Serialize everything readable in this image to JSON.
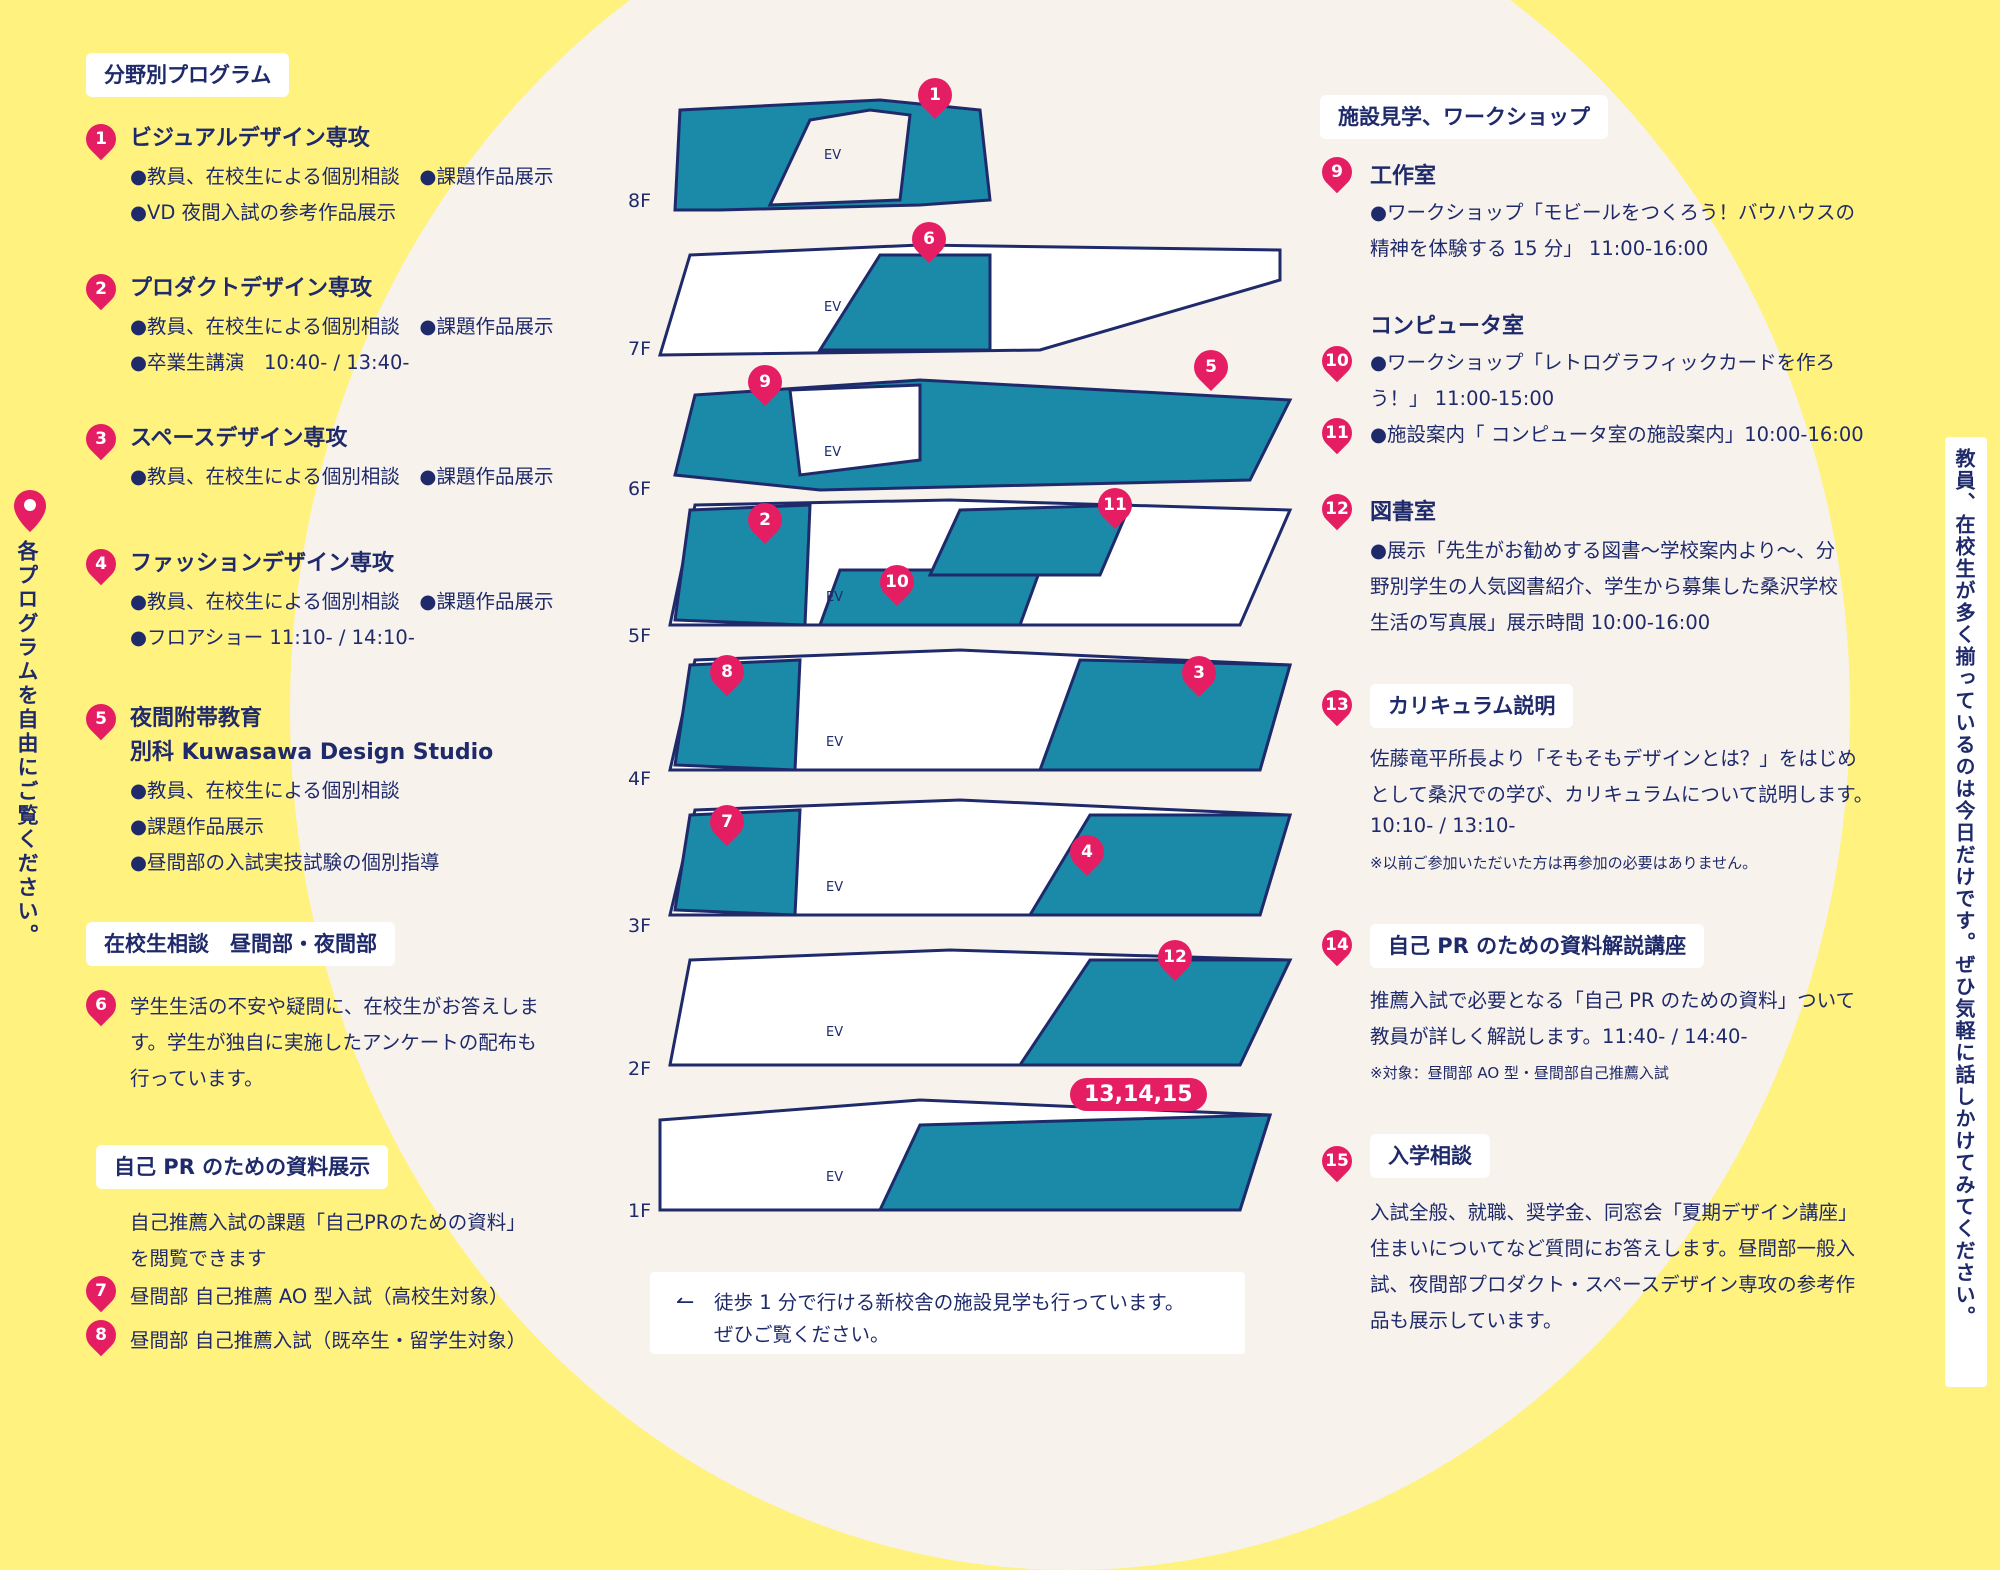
{
  "side_note": "各プログラムを自由にご覧ください。",
  "right_vertical": "教員、在校生が多く揃っているのは今日だけです。ぜひ気軽に話しかけてみてください。",
  "left": {
    "section_title": "分野別プログラム",
    "programs": [
      {
        "num": "1",
        "title": "ビジュアルデザイン専攻",
        "lines": [
          "●教員、在校生による個別相談　●課題作品展示",
          "●VD 夜間入試の参考作品展示"
        ]
      },
      {
        "num": "2",
        "title": "プロダクトデザイン専攻",
        "lines": [
          "●教員、在校生による個別相談　●課題作品展示",
          "●卒業生講演　10:40- / 13:40-"
        ]
      },
      {
        "num": "3",
        "title": "スペースデザイン専攻",
        "lines": [
          "●教員、在校生による個別相談　●課題作品展示"
        ]
      },
      {
        "num": "4",
        "title": "ファッションデザイン専攻",
        "lines": [
          "●教員、在校生による個別相談　●課題作品展示",
          "●フロアショー 11:10- / 14:10-"
        ]
      },
      {
        "num": "5",
        "title": "夜間附帯教育",
        "title2": "別科 Kuwasawa Design Studio",
        "lines": [
          "●教員、在校生による個別相談",
          "●課題作品展示",
          "●昼間部の入試実技試験の個別指導"
        ]
      }
    ],
    "consult_title": "在校生相談　昼間部・夜間部",
    "consult_num": "6",
    "consult_lines": [
      "学生生活の不安や疑問に、在校生がお答えしま",
      "す。学生が独自に実施したアンケートの配布も",
      "行っています。"
    ],
    "pr_title": "自己 PR のための資料展示",
    "pr_lines": [
      "自己推薦入試の課題「自己PRのための資料」",
      "を閲覧できます"
    ],
    "pr_items": [
      {
        "num": "7",
        "text": "昼間部 自己推薦 AO 型入試（高校生対象）"
      },
      {
        "num": "8",
        "text": "昼間部 自己推薦入試（既卒生・留学生対象）"
      }
    ]
  },
  "floors": [
    "8F",
    "7F",
    "6F",
    "5F",
    "4F",
    "3F",
    "2F",
    "1F"
  ],
  "map_pins": [
    "1",
    "6",
    "9",
    "5",
    "2",
    "11",
    "10",
    "8",
    "3",
    "7",
    "4",
    "12",
    "13,14,15"
  ],
  "ev_label": "EV",
  "walk_note": [
    "徒歩 1 分で行ける新校舎の施設見学も行っています。",
    "ぜひご覧ください。"
  ],
  "right": {
    "section_title": "施設見学、ワークショップ",
    "items": [
      {
        "num": "9",
        "title": "工作室",
        "lines": [
          "●ワークショップ「モビールをつくろう！バウハウスの",
          "精神を体験する 15 分」 11:00-16:00"
        ]
      },
      {
        "num": "",
        "title": "コンピュータ室",
        "lines": []
      },
      {
        "num": "10",
        "title": "",
        "lines": [
          "●ワークショップ「レトログラフィックカードを作ろ",
          "う！」 11:00-15:00"
        ]
      },
      {
        "num": "11",
        "title": "",
        "lines": [
          "●施設案内「 コンピュータ室の施設案内」10:00-16:00"
        ]
      },
      {
        "num": "12",
        "title": "図書室",
        "lines": [
          "●展示「先生がお勧めする図書〜学校案内より〜、分",
          "野別学生の人気図書紹介、学生から募集した桑沢学校",
          "生活の写真展」展示時間 10:00-16:00"
        ]
      }
    ],
    "curriculum": {
      "num": "13",
      "title": "カリキュラム説明",
      "lines": [
        "佐藤竜平所長より「そもそもデザインとは？」をはじめ",
        "として桑沢での学び、カリキュラムについて説明します。",
        "10:10- / 13:10-"
      ],
      "note": "※以前ご参加いただいた方は再参加の必要はありません。"
    },
    "pr_lecture": {
      "num": "14",
      "title": "自己 PR のための資料解説講座",
      "lines": [
        "推薦入試で必要となる「自己 PR のための資料」ついて",
        "教員が詳しく解説します。11:40- / 14:40-"
      ],
      "note": "※対象：昼間部 AO 型・昼間部自己推薦入試"
    },
    "admission": {
      "num": "15",
      "title": "入学相談",
      "lines": [
        "入試全般、就職、奨学金、同窓会「夏期デザイン講座」",
        "住まいについてなど質問にお答えします。昼間部一般入",
        "試、夜間部プロダクト・スペースデザイン専攻の参考作",
        "品も展示しています。"
      ]
    }
  },
  "colors": {
    "background": "#fff27f",
    "circle": "#f7f2ec",
    "navy": "#1f2a6b",
    "teal": "#1a8aa8",
    "pink": "#e51e63"
  }
}
